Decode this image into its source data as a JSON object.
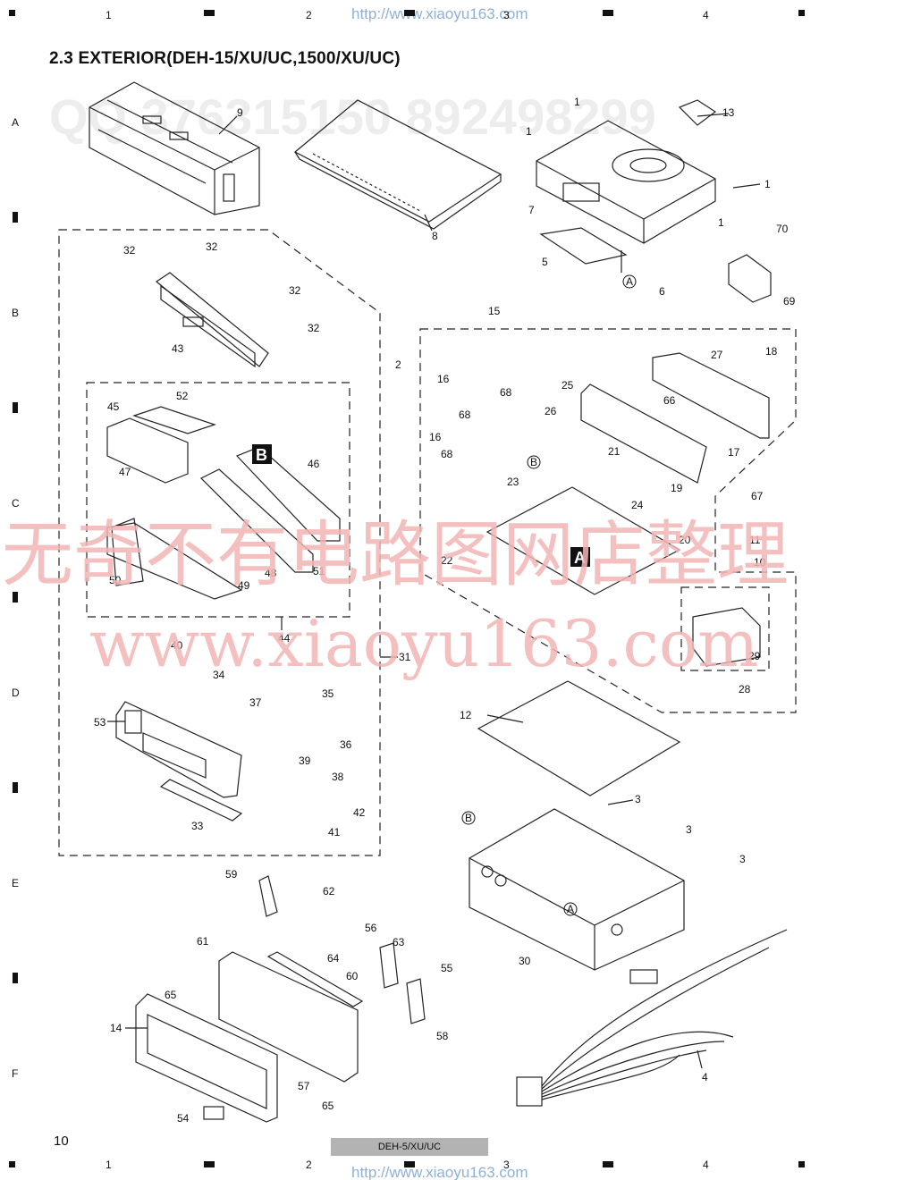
{
  "title": "2.3 EXTERIOR(DEH-15/XU/UC,1500/XU/UC)",
  "url_top": "http://www.xiaoyu163.com",
  "url_bottom": "http://www.xiaoyu163.com",
  "columns": [
    "1",
    "2",
    "3",
    "4"
  ],
  "rows": [
    "A",
    "B",
    "C",
    "D",
    "E",
    "F"
  ],
  "page_number": "10",
  "model_label": "DEH-5/XU/UC",
  "watermark_cn": "无奇不有电路图网店整理",
  "watermark_url": "www.xiaoyu163.com",
  "watermark_num": "QQ 376315150 892498299",
  "section_labels": {
    "a": "A",
    "b": "B"
  },
  "callout_a": "A",
  "callout_b": "B",
  "parts": {
    "p1a": "1",
    "p1b": "1",
    "p1c": "1",
    "p1d": "1",
    "p2": "2",
    "p3a": "3",
    "p3b": "3",
    "p3c": "3",
    "p4": "4",
    "p5": "5",
    "p6": "6",
    "p7": "7",
    "p8": "8",
    "p9": "9",
    "p10": "10",
    "p11": "11",
    "p12": "12",
    "p13": "13",
    "p14": "14",
    "p15": "15",
    "p16a": "16",
    "p16b": "16",
    "p17": "17",
    "p18": "18",
    "p19": "19",
    "p20": "20",
    "p21": "21",
    "p22": "22",
    "p23": "23",
    "p24": "24",
    "p25": "25",
    "p26": "26",
    "p27": "27",
    "p28": "28",
    "p29": "29",
    "p30": "30",
    "p31": "31",
    "p32a": "32",
    "p32b": "32",
    "p32c": "32",
    "p32d": "32",
    "p33": "33",
    "p34": "34",
    "p35": "35",
    "p36": "36",
    "p37": "37",
    "p38": "38",
    "p39": "39",
    "p40": "40",
    "p41": "41",
    "p42": "42",
    "p43": "43",
    "p44": "44",
    "p45": "45",
    "p46": "46",
    "p47": "47",
    "p48": "48",
    "p49": "49",
    "p50": "50",
    "p51": "51",
    "p52": "52",
    "p53": "53",
    "p54": "54",
    "p55": "55",
    "p56": "56",
    "p57": "57",
    "p58": "58",
    "p59": "59",
    "p60": "60",
    "p61": "61",
    "p62": "62",
    "p63": "63",
    "p64": "64",
    "p65a": "65",
    "p65b": "65",
    "p66": "66",
    "p67": "67",
    "p68a": "68",
    "p68b": "68",
    "p68c": "68",
    "p69": "69",
    "p70": "70"
  }
}
